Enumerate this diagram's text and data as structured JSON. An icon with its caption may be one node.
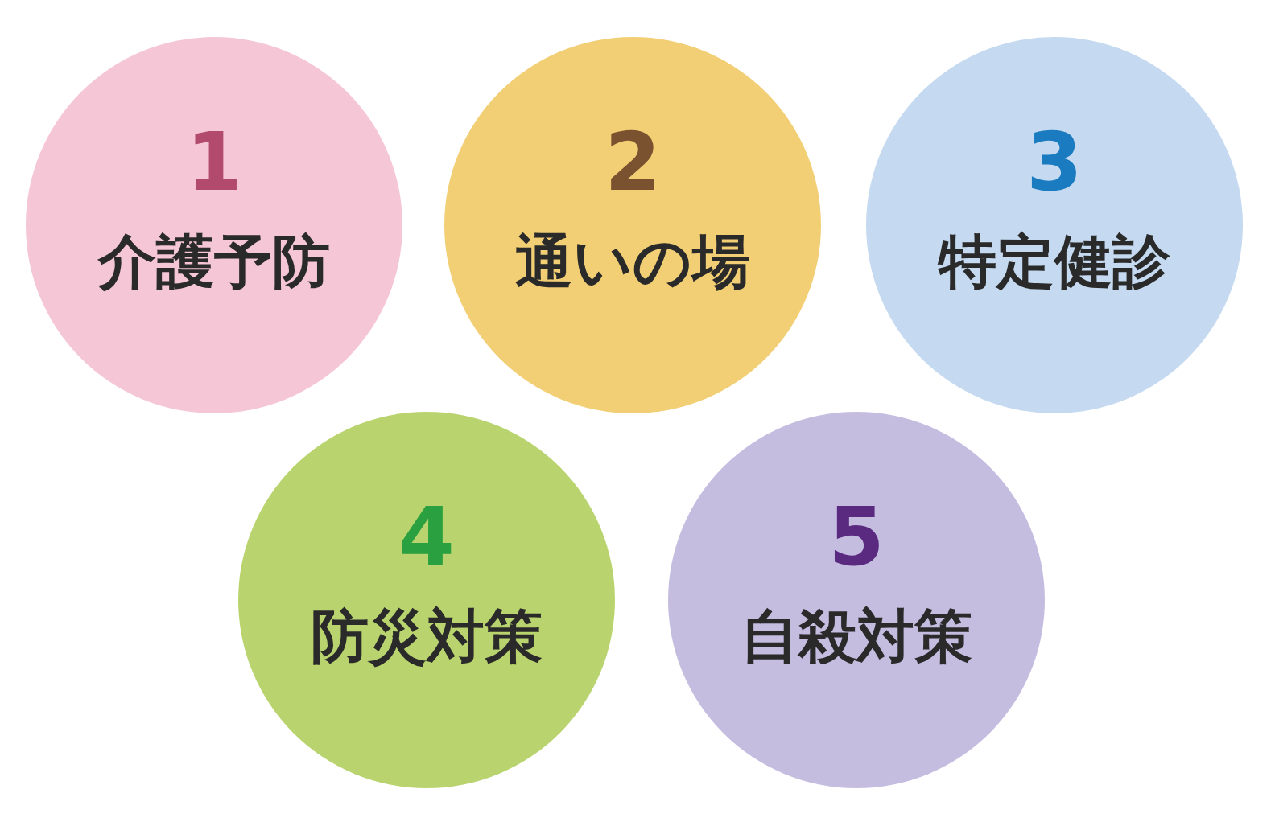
{
  "diagram": {
    "nodes": [
      {
        "text": [
          "1",
          "介護予防"
        ]
      },
      {
        "text": [
          "2",
          "通いの場"
        ]
      },
      {
        "text": [
          "3",
          "特定健診"
        ]
      },
      {
        "text": [
          "4",
          "防災対策"
        ]
      },
      {
        "text": [
          "5",
          "自殺対策"
        ]
      }
    ]
  }
}
